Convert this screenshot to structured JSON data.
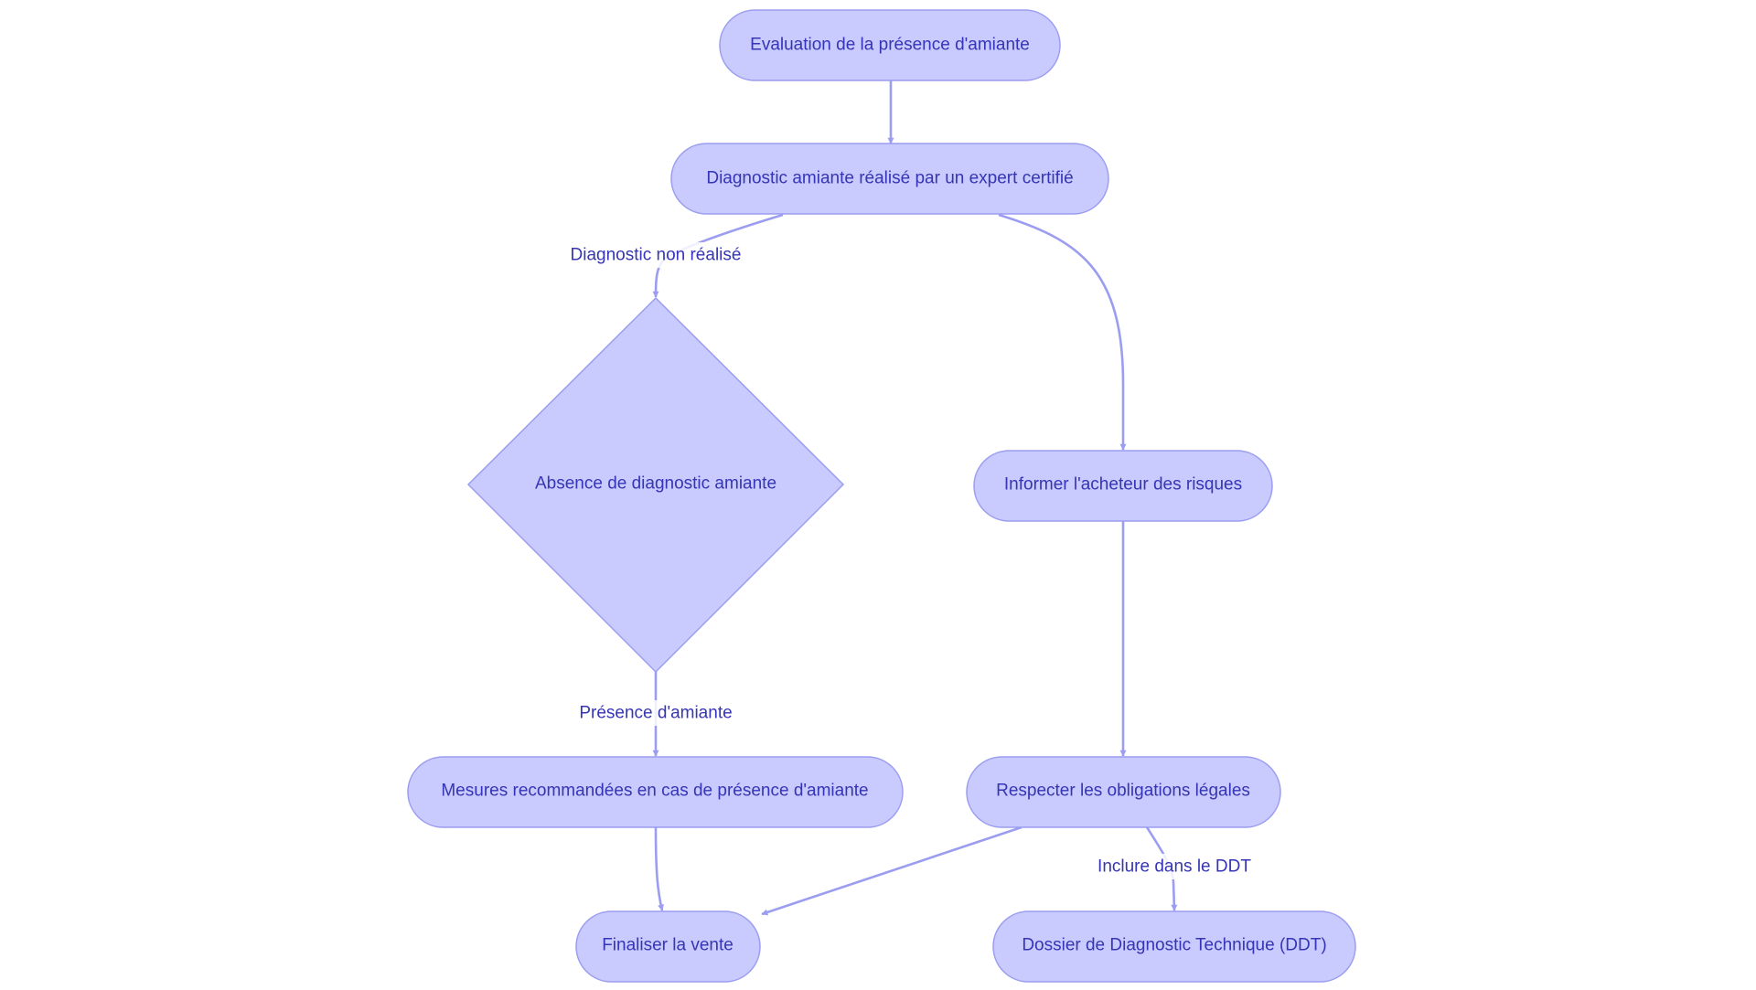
{
  "diagram": {
    "nodes": {
      "evaluation": "Evaluation de la présence d'amiante",
      "diagnostic": "Diagnostic amiante réalisé par un expert certifié",
      "absence": "Absence de diagnostic amiante",
      "informer": "Informer l'acheteur des risques",
      "mesures": "Mesures recommandées en cas de présence d'amiante",
      "respecter": "Respecter les obligations légales",
      "finaliser": "Finaliser la vente",
      "ddt": "Dossier de Diagnostic Technique (DDT)"
    },
    "edge_labels": {
      "non_realise": "Diagnostic non réalisé",
      "presence": "Présence d'amiante",
      "inclure": "Inclure dans le DDT"
    },
    "colors": {
      "node_fill": "#c9cafd",
      "node_stroke": "#9b9df0",
      "text": "#3535b5",
      "edge": "#9b9df0"
    }
  }
}
